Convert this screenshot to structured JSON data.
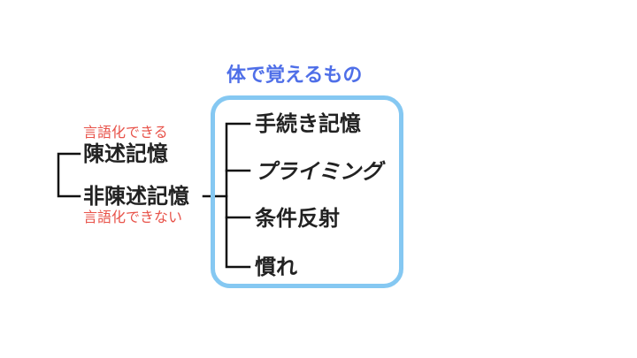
{
  "colors": {
    "title": "#4f6fe8",
    "note": "#e8534a",
    "box_border": "#85c8f2",
    "text": "#222222",
    "lines": "#111111"
  },
  "title": "体で覚えるもの",
  "declarative": {
    "note": "言語化できる",
    "label": "陳述記憶"
  },
  "nondeclarative": {
    "label": "非陳述記憶",
    "note": "言語化できない"
  },
  "box_items": [
    "手続き記憶",
    "プライミング",
    "条件反射",
    "慣れ"
  ]
}
